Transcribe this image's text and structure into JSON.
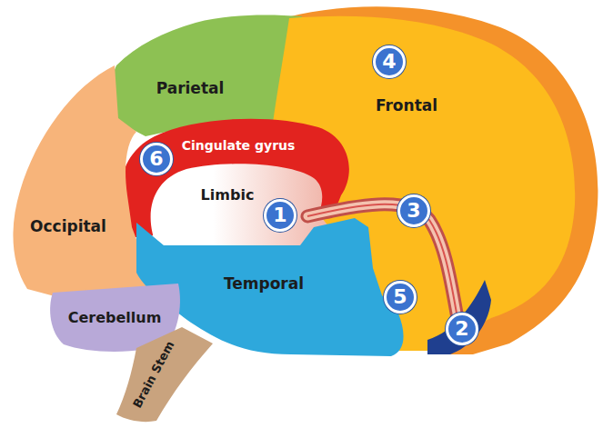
{
  "diagram": {
    "nodes": [
      {
        "text": [
          "Parietal"
        ]
      },
      {
        "text": [
          "Frontal"
        ]
      },
      {
        "text": [
          "Cingulate gyrus"
        ]
      },
      {
        "text": [
          "Limbic"
        ]
      },
      {
        "text": [
          "Occipital"
        ]
      },
      {
        "text": [
          "Temporal"
        ]
      },
      {
        "text": [
          "Cerebellum"
        ]
      },
      {
        "text": [
          "Brain Stem"
        ]
      }
    ],
    "labels": [
      "4",
      "6",
      "1",
      "3",
      "5",
      "2"
    ]
  }
}
